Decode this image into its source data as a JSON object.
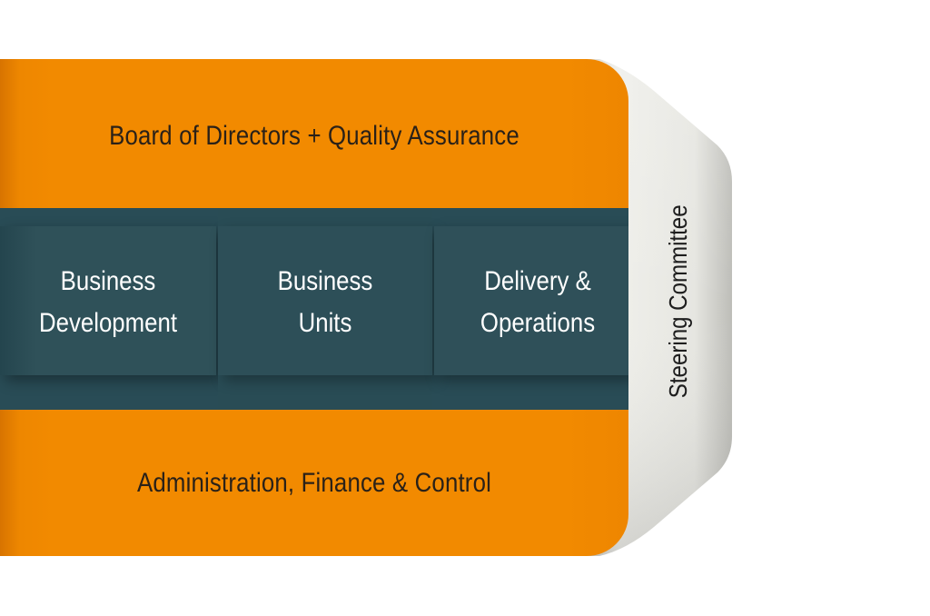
{
  "diagram": {
    "top_band": "Board of Directors + Quality Assurance",
    "middle_cells": [
      {
        "line1": "Business",
        "line2": "Development"
      },
      {
        "line1": "Business",
        "line2": "Units"
      },
      {
        "line1": "Delivery &",
        "line2": "Operations"
      }
    ],
    "bottom_band": "Administration, Finance & Control",
    "side_panel": "Steering Committee"
  },
  "colors": {
    "orange": "#f28a00",
    "teal": "#2f5059",
    "side_panel": "#e9e9e4",
    "dark_text": "#2a2118",
    "light_text": "#ffffff"
  }
}
